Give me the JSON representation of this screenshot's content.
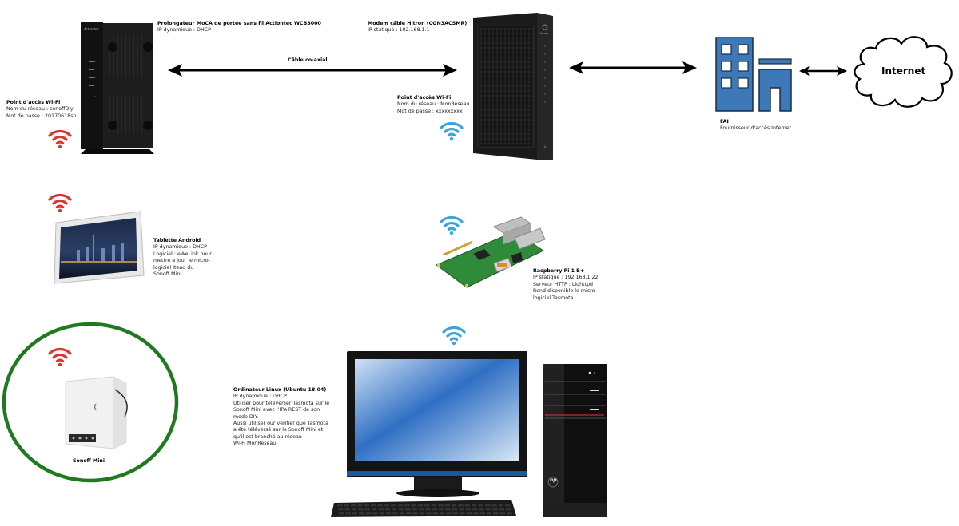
{
  "extender": {
    "title": "Prolongateur MoCA de portée sans fil Actiontec WCB3000",
    "lines": [
      "IP dynamique : DHCP"
    ],
    "brand": "Actiontec"
  },
  "extender_wifi": {
    "title": "Point d'accès Wi-Fi",
    "lines": [
      "Nom du réseau : sonoffDiy",
      "Mot de passe : 20170618sn"
    ]
  },
  "coax": {
    "label": "Câble co-axial"
  },
  "modem": {
    "title": "Modem câble Hitron (CGN3ACSMR)",
    "lines": [
      "IP statique : 192.168.1.1"
    ],
    "brand": "hitron"
  },
  "modem_wifi": {
    "title": "Point d'accès Wi-Fi",
    "lines": [
      "Nom du réseau : MonReseau",
      "Mot de passe : xxxxxxxxx"
    ]
  },
  "isp": {
    "title": "FAI",
    "lines": [
      "Fournisseur d'accès Internet"
    ]
  },
  "internet": {
    "label": "Internet"
  },
  "tablet": {
    "title": "Tablette Android",
    "lines": [
      "IP dynamique : DHCP",
      "Logiciel : eWeLink pour",
      "mettre à jour le micro-",
      "logiciel Itead du",
      "Sonoff Mini"
    ]
  },
  "raspberry": {
    "title": "Raspberry Pi 1 B+",
    "lines": [
      "IP statique : 192.168.1.22",
      "Serveur HTTP : Lighttpd",
      "Rend disponible le micro-",
      "logiciel Tasmota"
    ]
  },
  "computer": {
    "title": "Ordinateur Linux (Ubuntu 18.04)",
    "lines": [
      "IP dynamique : DHCP",
      "Utiliser pour téléverser Tasmota sur le",
      "Sonoff Mini avec l'IPA REST de son",
      "mode DIY.",
      "Aussi utiliser our vérifier que Tasmota",
      "a été téléversé sur le Sonoff Mini et",
      "qu'il  est branché au réseau",
      "Wi-Fi MonReseau"
    ],
    "brand": "hp"
  },
  "sonoff": {
    "label": "Sonoff Mini"
  },
  "colors": {
    "wifi_red": "#e0302f",
    "wifi_blue": "#3aa3db",
    "isp_blue": "#3d78b8",
    "sonoff_ring": "#1f7a1f"
  }
}
